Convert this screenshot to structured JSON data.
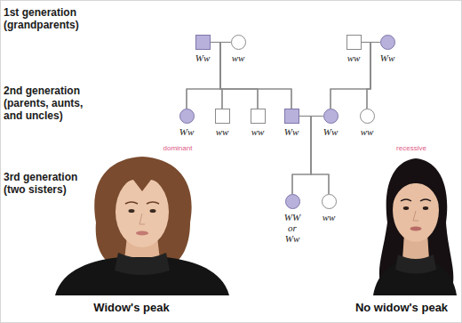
{
  "diagram": {
    "nodes": [
      {
        "text": [
          "Ww"
        ]
      },
      {
        "text": [
          "ww"
        ]
      },
      {
        "text": [
          "ww"
        ]
      },
      {
        "text": [
          "Ww"
        ]
      },
      {
        "text": [
          "Ww"
        ]
      },
      {
        "text": [
          "ww"
        ]
      },
      {
        "text": [
          "ww"
        ]
      },
      {
        "text": [
          "Ww"
        ]
      },
      {
        "text": [
          "Ww"
        ]
      },
      {
        "text": [
          "ww"
        ]
      },
      {
        "text": [
          "WW or Ww"
        ]
      },
      {
        "text": [
          "ww"
        ]
      }
    ],
    "edges": [
      {
        "from": 0,
        "to": 1,
        "arrow": "none"
      },
      {
        "from": 0,
        "to": 4,
        "arrow": "none"
      },
      {
        "from": 1,
        "to": 4,
        "arrow": "none"
      },
      {
        "from": 0,
        "to": 5,
        "arrow": "none"
      },
      {
        "from": 1,
        "to": 5,
        "arrow": "none"
      },
      {
        "from": 0,
        "to": 6,
        "arrow": "none"
      },
      {
        "from": 1,
        "to": 6,
        "arrow": "none"
      },
      {
        "from": 0,
        "to": 7,
        "arrow": "none"
      },
      {
        "from": 1,
        "to": 7,
        "arrow": "none"
      },
      {
        "from": 2,
        "to": 3,
        "arrow": "none"
      },
      {
        "from": 2,
        "to": 8,
        "arrow": "none"
      },
      {
        "from": 3,
        "to": 8,
        "arrow": "none"
      },
      {
        "from": 2,
        "to": 9,
        "arrow": "none"
      },
      {
        "from": 3,
        "to": 9,
        "arrow": "none"
      },
      {
        "from": 7,
        "to": 8,
        "arrow": "none"
      },
      {
        "from": 7,
        "to": 10,
        "arrow": "none"
      },
      {
        "from": 8,
        "to": 10,
        "arrow": "none"
      },
      {
        "from": 7,
        "to": 11,
        "arrow": "none"
      },
      {
        "from": 8,
        "to": 11,
        "arrow": "none"
      }
    ],
    "labels": [
      "1st generation (grandparents)",
      "2nd generation (parents, aunts, and uncles)",
      "3rd generation (two sisters)",
      "dominant",
      "recessive",
      "Widow's peak",
      "No widow's peak"
    ]
  }
}
